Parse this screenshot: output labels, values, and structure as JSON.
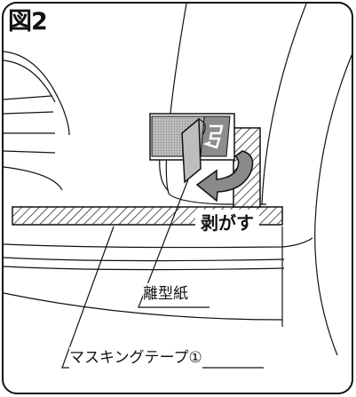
{
  "figure": {
    "label": "図2"
  },
  "labels": {
    "peel": "剥がす",
    "release_paper": "離型紙",
    "masking_tape": "マスキングテープ①"
  },
  "colors": {
    "line": "#111111",
    "sticker_fill": "#aaaaaa",
    "background": "#ffffff"
  }
}
